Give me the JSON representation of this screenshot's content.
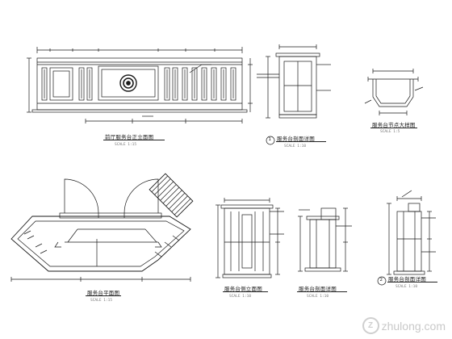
{
  "drawings": {
    "front_elevation": {
      "title": "前厅服务台正立面图",
      "scale": "SCALE 1:15"
    },
    "section_1": {
      "title": "服务台剖面详图",
      "scale": "SCALE 1:10",
      "marker": "1"
    },
    "node_detail": {
      "title": "服务台节点大样图",
      "scale": "SCALE 1:5"
    },
    "plan": {
      "title": "服务台平面图",
      "scale": "SCALE 1:15"
    },
    "side_elevation": {
      "title": "服务台侧立面图",
      "scale": "SCALE 1:10"
    },
    "section_2": {
      "title": "服务台剖面详图",
      "scale": "SCALE 1:10"
    },
    "section_3": {
      "title": "服务台剖面详图",
      "scale": "SCALE 1:10",
      "marker": "2"
    }
  },
  "watermark": {
    "text": "zhulong.com",
    "mark": "Z"
  },
  "colors": {
    "line": "#1a1a1a",
    "watermark": "#c9c9c9"
  }
}
